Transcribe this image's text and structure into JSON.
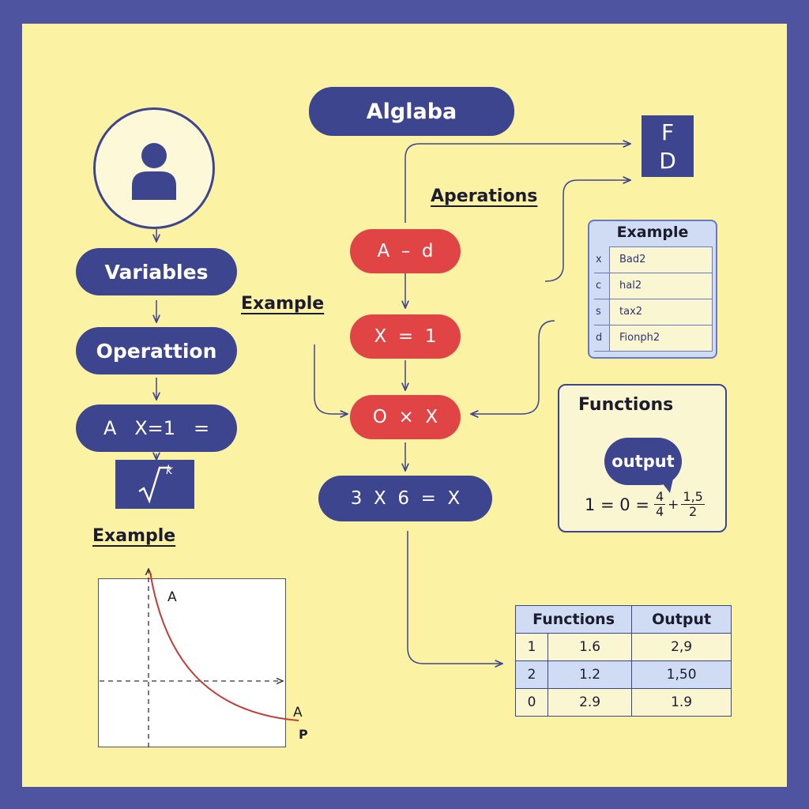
{
  "colors": {
    "frame": "#4f54a0",
    "background": "#fbf2a4",
    "navy": "#3e458f",
    "red": "#e04444",
    "table_blue": "#cfdcf3",
    "table_cream": "#fbf6d2"
  },
  "title": "Alglaba",
  "icons": {
    "user": "user-icon",
    "speech": "speech-bubble-icon",
    "sqrt": "square-root-icon"
  },
  "left_column": {
    "variables": "Variables",
    "operation": "Operattion",
    "equation": "A   X=1   =",
    "sqrt_index": "k",
    "example_label": "Example"
  },
  "center_column": {
    "operations_label": "Aperations",
    "example_label": "Example",
    "step1": "A  –  d",
    "step2": "X  =  1",
    "step3": "O  ×  X",
    "result": "3  X  6  =  X"
  },
  "fd_box": {
    "top": "F",
    "bottom": "D"
  },
  "example_table": {
    "title": "Example",
    "rows": [
      {
        "key": "x",
        "value": "Bad2"
      },
      {
        "key": "c",
        "value": "hal2"
      },
      {
        "key": "s",
        "value": "tax2"
      },
      {
        "key": "d",
        "value": "Fionph2"
      }
    ]
  },
  "functions_box": {
    "title": "Functions",
    "bubble": "output",
    "equation_lhs": "1 = 0 =",
    "frac1_num": "4",
    "frac1_den": "4",
    "plus": "+",
    "frac2_num": "1,5",
    "frac2_den": "2"
  },
  "results_table": {
    "headers": [
      "Functions",
      "Output"
    ],
    "rows": [
      [
        "1",
        "1.6",
        "2,9"
      ],
      [
        "2",
        "1.2",
        "1,50"
      ],
      [
        "0",
        "2.9",
        "1.9"
      ]
    ]
  },
  "graph": {
    "label_top": "A",
    "label_right_a": "A",
    "label_right_p": "P"
  }
}
